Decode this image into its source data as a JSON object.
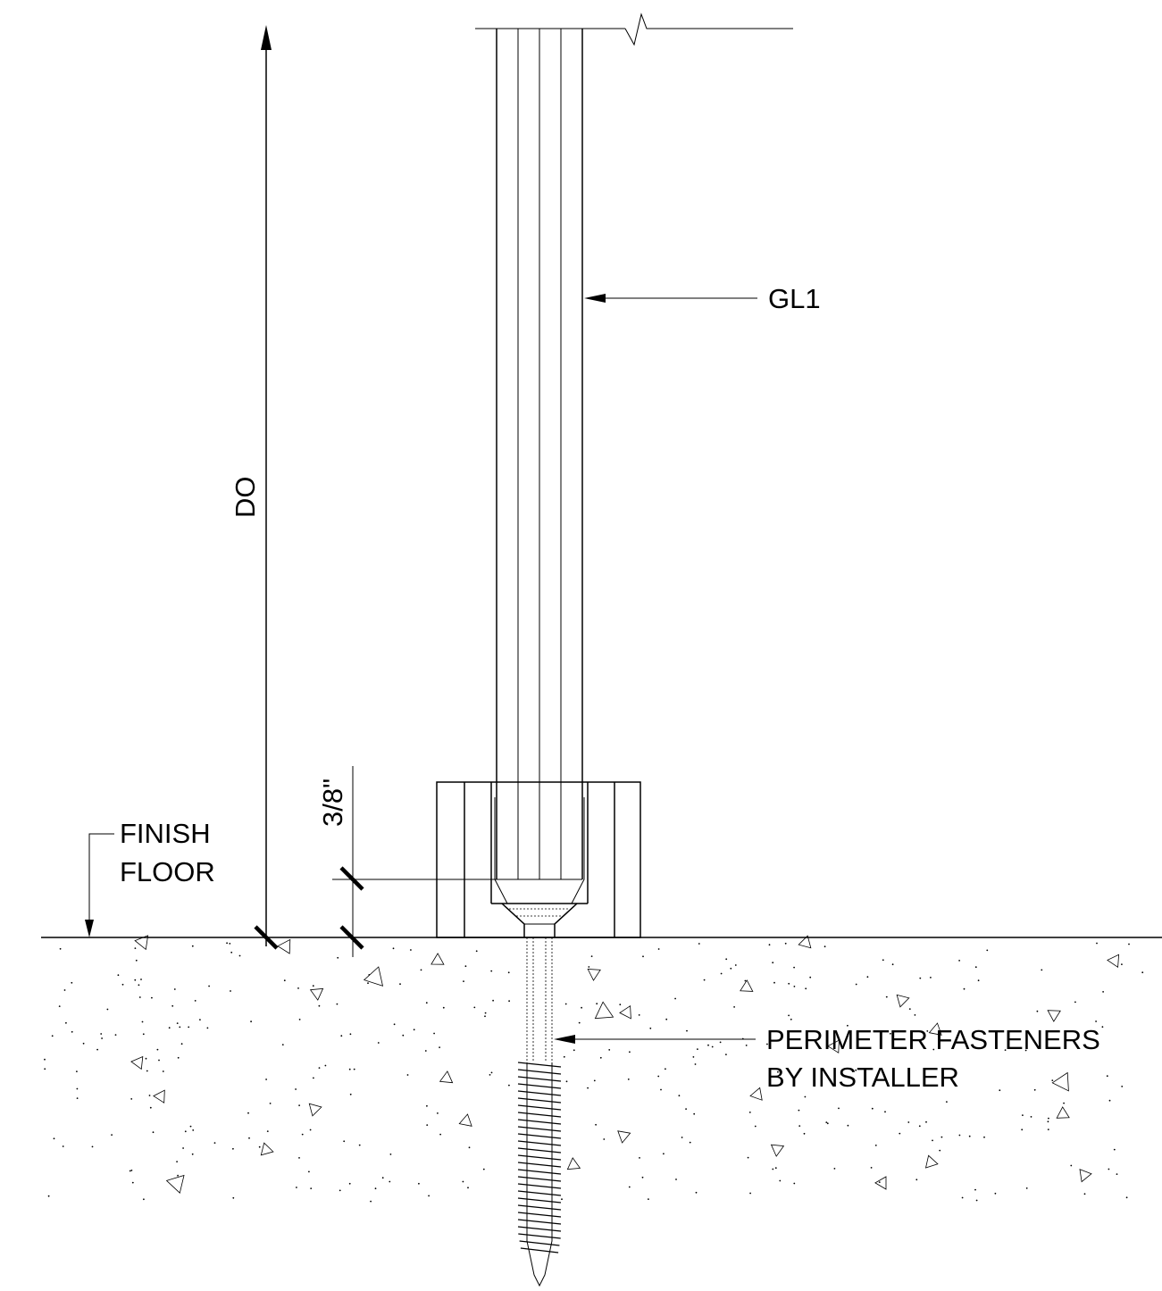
{
  "labels": {
    "glass": "GL1",
    "dimension_height": "DO",
    "dimension_setback": "3/8\"",
    "finish_floor_line1": "FINISH",
    "finish_floor_line2": "FLOOR",
    "fastener_line1": "PERIMETER FASTENERS",
    "fastener_line2": "BY INSTALLER"
  }
}
